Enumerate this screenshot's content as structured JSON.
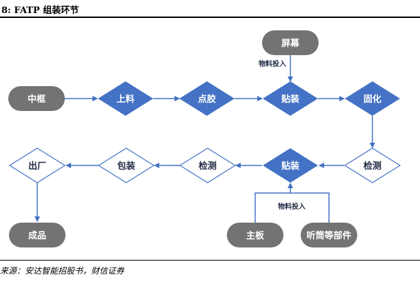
{
  "figure": {
    "caption": "8:  FATP 组装环节",
    "source": "来源：安达智能招股书，财信证券"
  },
  "nodes": {
    "screen": "屏幕",
    "mid_frame": "中框",
    "loading": "上料",
    "dispensing": "点胶",
    "mount_top": "贴装",
    "curing": "固化",
    "inspect_right": "检测",
    "mount_mid": "贴装",
    "inspect_mid": "检测",
    "packing": "包装",
    "shipping": "出厂",
    "finished": "成品",
    "mainboard": "主板",
    "receiver_parts": "听筒等部件"
  },
  "edge_labels": {
    "material_input_top": "物料投入",
    "material_input_bottom": "物料投入"
  },
  "colors": {
    "gray_node": "#737373",
    "blue_node": "#4472c4",
    "outline": "#4472c4",
    "edge": "#4472c4",
    "text_light": "#ffffff",
    "text_dark": "#1f2a44"
  }
}
